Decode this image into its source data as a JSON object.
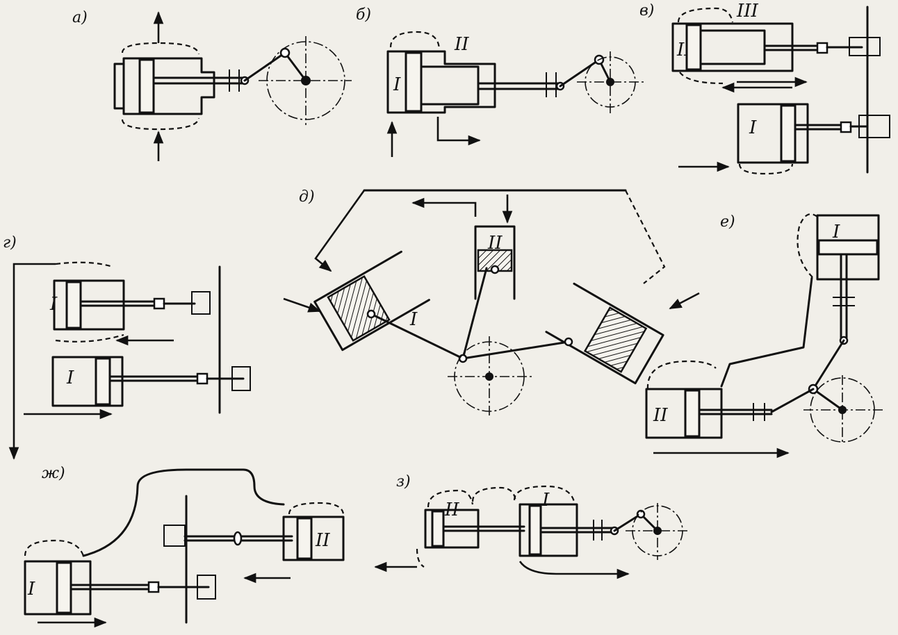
{
  "panels": [
    {
      "key": "a",
      "label": "а)"
    },
    {
      "key": "b",
      "label": "б)"
    },
    {
      "key": "v",
      "label": "в)"
    },
    {
      "key": "g",
      "label": "г)"
    },
    {
      "key": "d",
      "label": "д)"
    },
    {
      "key": "e",
      "label": "е)"
    },
    {
      "key": "zh",
      "label": "ж)"
    },
    {
      "key": "z",
      "label": "з)"
    }
  ],
  "cylinder_labels": {
    "stage_1": "I",
    "stage_2": "II",
    "stage_3": "III"
  }
}
